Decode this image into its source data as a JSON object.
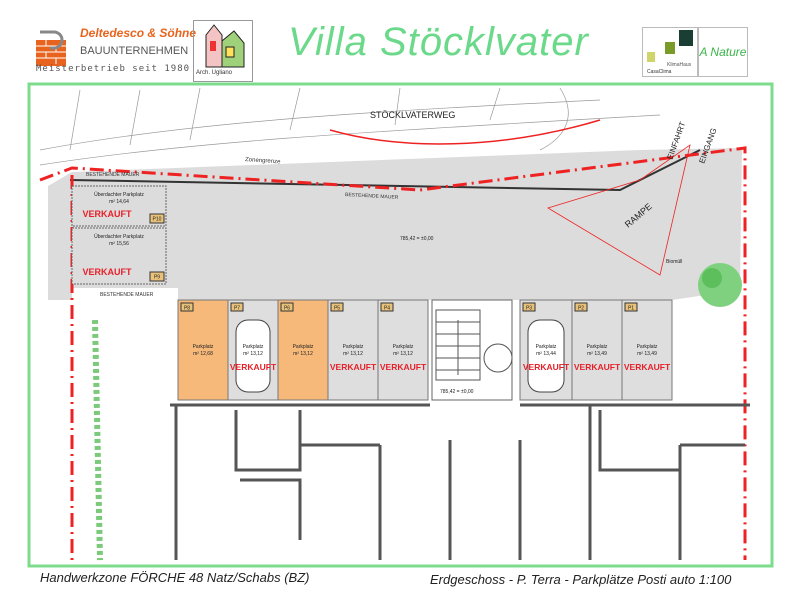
{
  "header": {
    "company_name": "Deltedesco & Söhne",
    "company_type": "BAUUNTERNEHMEN",
    "company_since": "Meisterbetrieb seit 1980",
    "architect": "Arch. Ugliano",
    "title": "Villa Stöcklvater",
    "klimahaus_label": "KlimaHaus",
    "casaclima_label": "CasaClima",
    "nature_label": "A Nature"
  },
  "plan": {
    "street": "STÖCKLVATERWEG",
    "zone_border": "Zonengrenze",
    "wall_label_1": "BESTEHENDE MAUER",
    "wall_label_2": "BESTEHENDE MAUER",
    "wall_label_3": "BESTEHENDE MAUER",
    "entry_1": "EINFAHRT",
    "entry_2": "EINGANG",
    "ramp": "RAMPE",
    "biomuell": "Biomüll",
    "level_top": "785,42 = ±0,00",
    "level_stair": "785,42 = ±0,00",
    "covered": [
      {
        "id": "P10",
        "label": "Überdachter Parkplatz",
        "area": "m² 14,64",
        "status": "VERKAUFT"
      },
      {
        "id": "P9",
        "label": "Überdachter Parkplatz",
        "area": "m² 15,56",
        "status": "VERKAUFT"
      }
    ],
    "spaces": [
      {
        "id": "P8",
        "label": "Parkplatz",
        "area": "m² 12,68",
        "status": "",
        "available": true
      },
      {
        "id": "P7",
        "label": "Parkplatz",
        "area": "m² 13,12",
        "status": "VERKAUFT",
        "available": false
      },
      {
        "id": "P6",
        "label": "Parkplatz",
        "area": "m² 13,12",
        "status": "",
        "available": true
      },
      {
        "id": "P5",
        "label": "Parkplatz",
        "area": "m² 13,12",
        "status": "VERKAUFT",
        "available": false
      },
      {
        "id": "P4",
        "label": "Parkplatz",
        "area": "m² 13,12",
        "status": "VERKAUFT",
        "available": false
      },
      {
        "id": "P3",
        "label": "Parkplatz",
        "area": "m² 13,44",
        "status": "VERKAUFT",
        "available": false
      },
      {
        "id": "P2",
        "label": "Parkplatz",
        "area": "m² 13,49",
        "status": "VERKAUFT",
        "available": false
      },
      {
        "id": "P1",
        "label": "Parkplatz",
        "area": "m² 13,49",
        "status": "VERKAUFT",
        "available": false
      }
    ]
  },
  "footer": {
    "location": "Handwerkzone FÖRCHE 48 Natz/Schabs (BZ)",
    "caption": "Erdgeschoss - P. Terra - Parkplätze Posti auto  1:100"
  },
  "colors": {
    "frame": "#7ddc8c",
    "available": "#f7b97a",
    "sold": "#e8202a",
    "title": "#6bd98a"
  }
}
